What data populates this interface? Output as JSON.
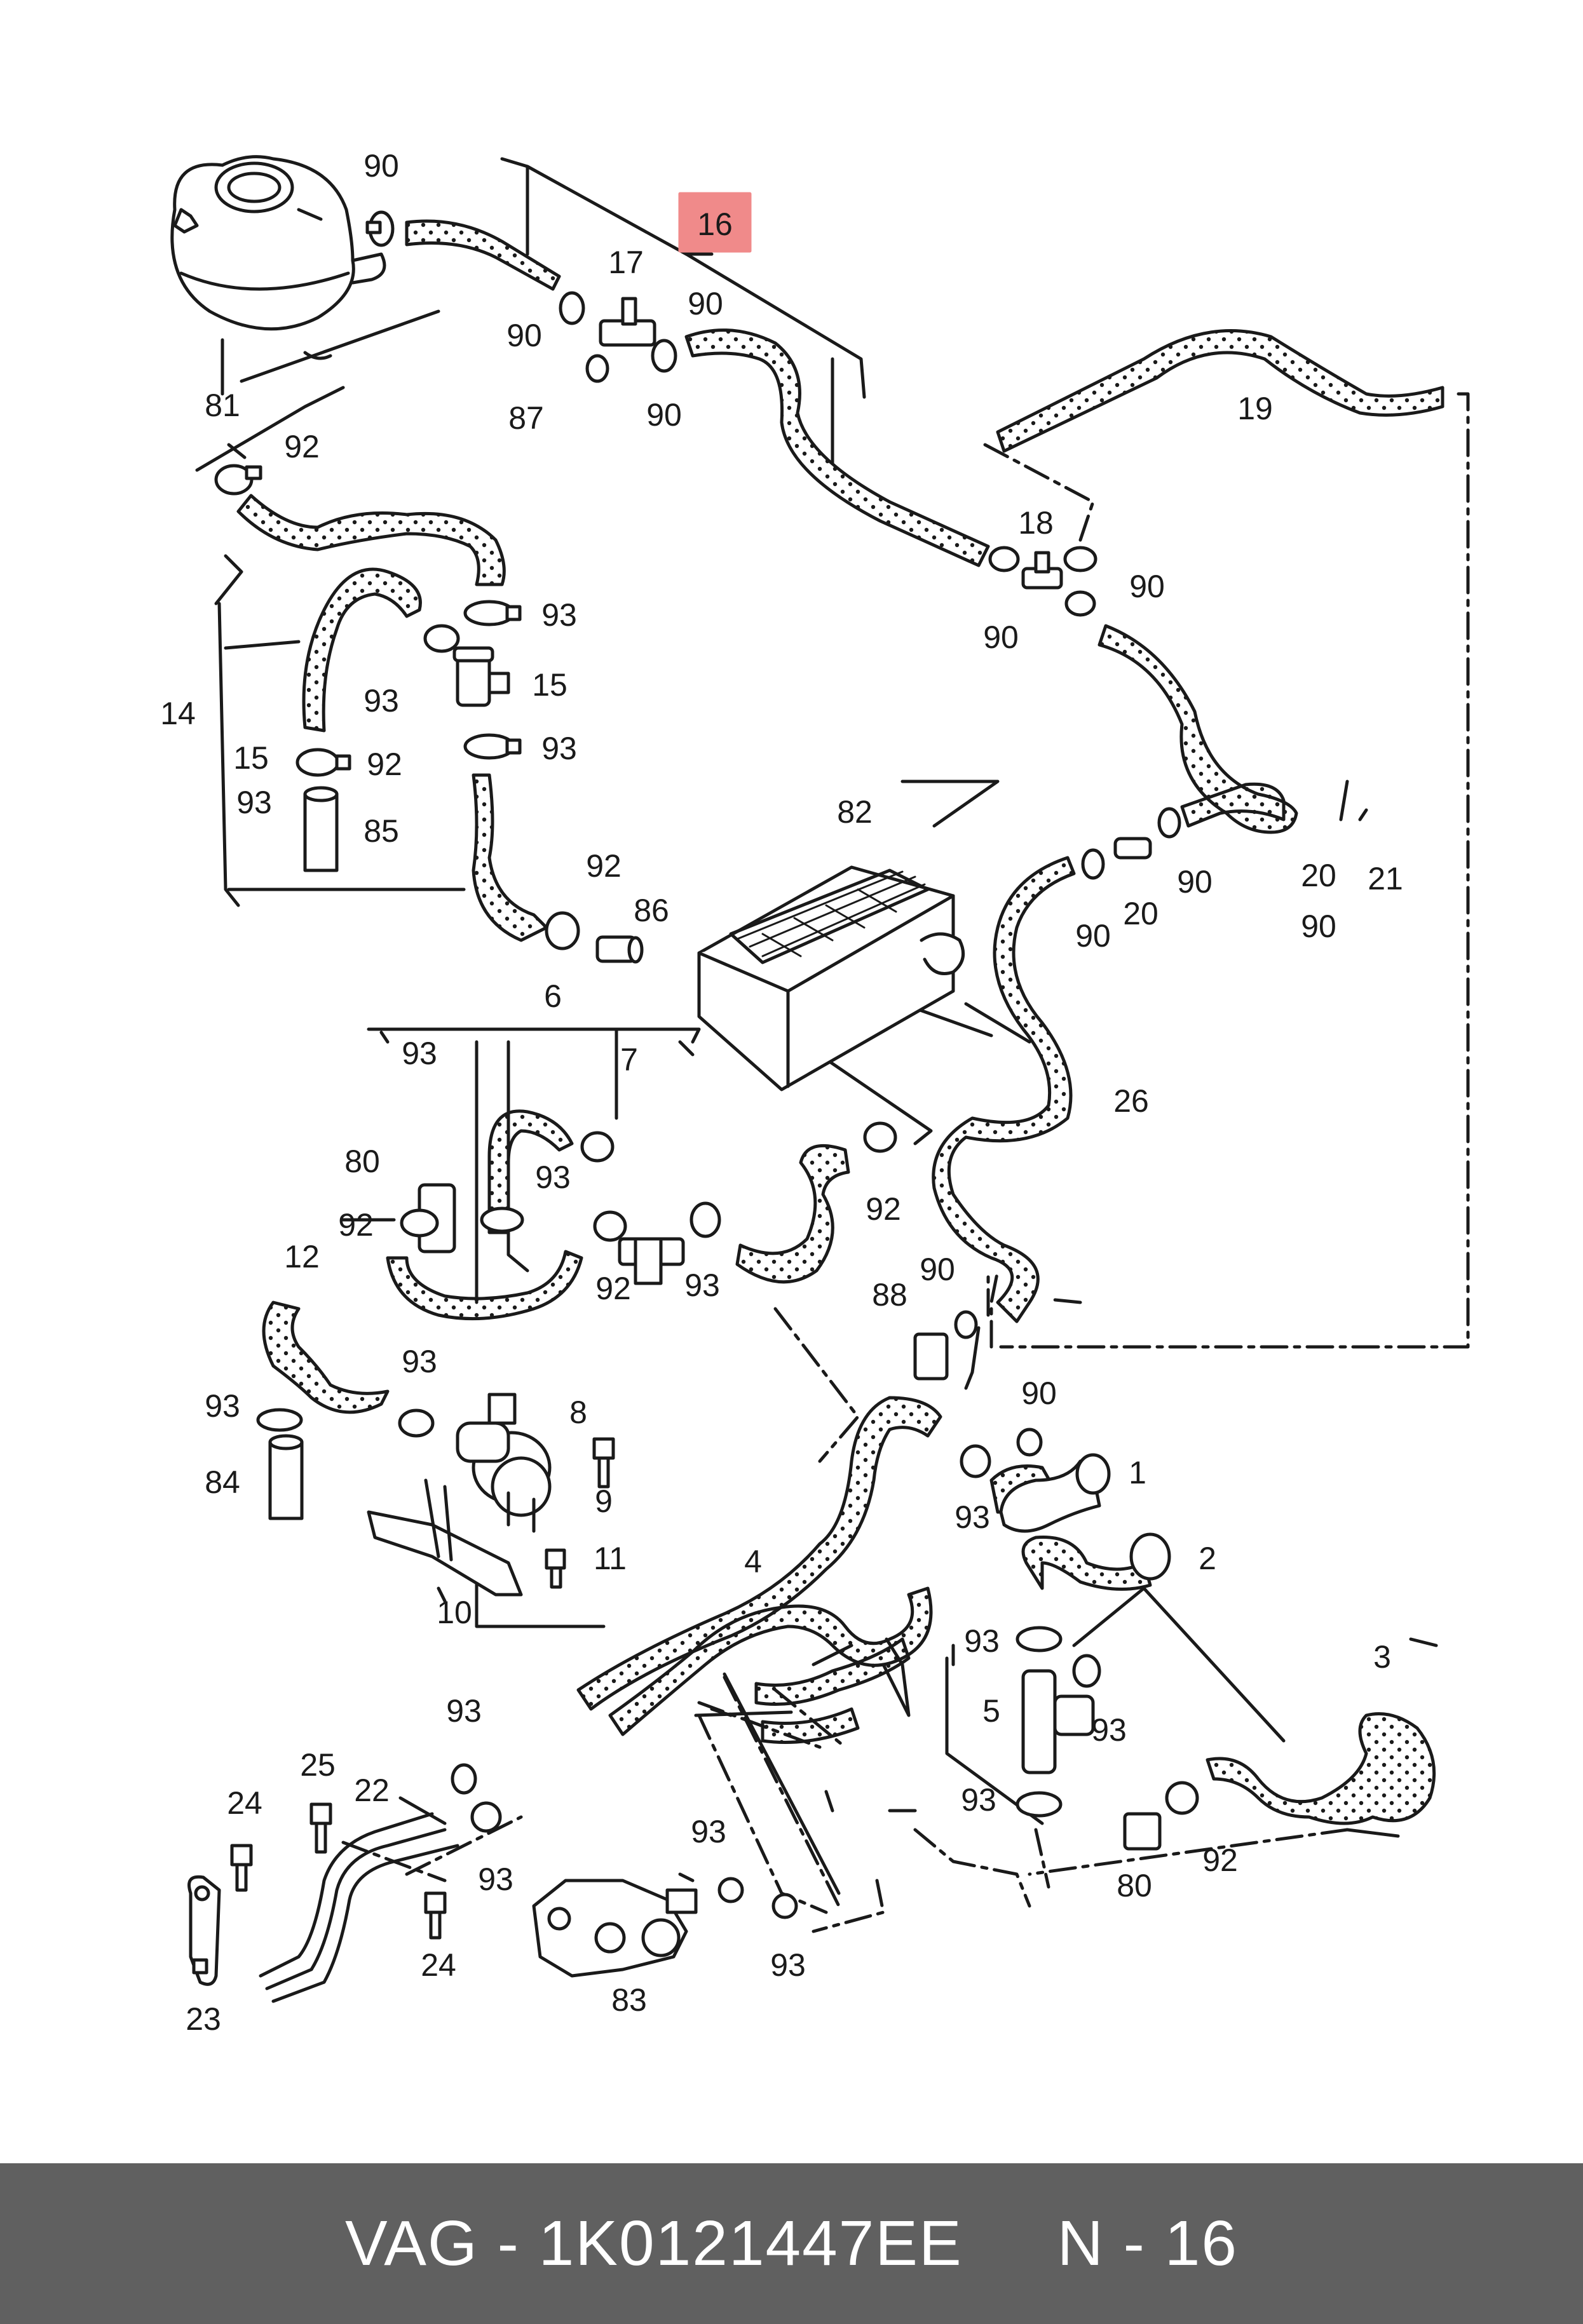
{
  "highlight_color": "#f08a8a",
  "hose_fill": "#ffffff",
  "line_color": "#1a1a1a",
  "footer": {
    "brand": "VAG",
    "part_number": "1K0121447EE",
    "callout": "N - 16",
    "background": "#606060"
  },
  "labels": {
    "l90a": "90",
    "l16": "16",
    "l17": "17",
    "l90b": "90",
    "l90c": "90",
    "l87": "87",
    "l90d": "90",
    "l81": "81",
    "l19": "19",
    "l92a": "92",
    "l18": "18",
    "l90e": "90",
    "l90f": "90",
    "l93a": "93",
    "l93b": "93",
    "l15a": "15",
    "l14": "14",
    "l15b": "15",
    "l93c": "93",
    "l93d": "93",
    "l92b": "92",
    "l85": "85",
    "l82": "82",
    "l20a": "20",
    "l21": "21",
    "l90g": "90",
    "l90h": "90",
    "l20b": "20",
    "l90i": "90",
    "l92c": "92",
    "l86": "86",
    "l6": "6",
    "l93e": "93",
    "l7": "7",
    "l26": "26",
    "l80a": "80",
    "l93f": "93",
    "l92d": "92",
    "l92e": "92",
    "l93g": "93",
    "l92f": "92",
    "l90j": "90",
    "l88": "88",
    "l12": "12",
    "l93h": "93",
    "l90k": "90",
    "l93i": "93",
    "l8": "8",
    "l84": "84",
    "l9": "9",
    "l1": "1",
    "l93j": "93",
    "l11": "11",
    "l10": "10",
    "l2": "2",
    "l4": "4",
    "l93k": "93",
    "l3": "3",
    "l93l": "93",
    "l5": "5",
    "l93m": "93",
    "l25": "25",
    "l24a": "24",
    "l22": "22",
    "l93n": "93",
    "l93o": "93",
    "l80b": "80",
    "l92g": "92",
    "l93p": "93",
    "l24b": "24",
    "l23": "23",
    "l83": "83"
  }
}
